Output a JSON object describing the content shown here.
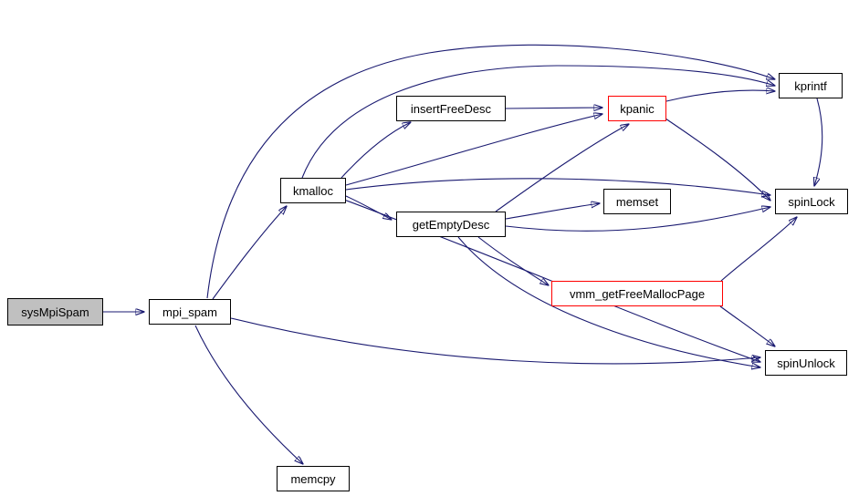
{
  "diagram": {
    "type": "call-graph",
    "background_color": "#ffffff",
    "edge_color": "#191970",
    "node_border_color": "#000000",
    "truncated_border_color": "#ff0000",
    "current_node_fill": "#c0c0c0",
    "nodes": [
      {
        "id": "sysMpiSpam",
        "label": "sysMpiSpam",
        "role": "current"
      },
      {
        "id": "mpi_spam",
        "label": "mpi_spam",
        "role": "normal"
      },
      {
        "id": "kmalloc",
        "label": "kmalloc",
        "role": "normal"
      },
      {
        "id": "insertFreeDesc",
        "label": "insertFreeDesc",
        "role": "normal"
      },
      {
        "id": "kpanic",
        "label": "kpanic",
        "role": "truncated"
      },
      {
        "id": "kprintf",
        "label": "kprintf",
        "role": "normal"
      },
      {
        "id": "getEmptyDesc",
        "label": "getEmptyDesc",
        "role": "normal"
      },
      {
        "id": "memset",
        "label": "memset",
        "role": "normal"
      },
      {
        "id": "spinLock",
        "label": "spinLock",
        "role": "normal"
      },
      {
        "id": "vmm_getFreeMallocPage",
        "label": "vmm_getFreeMallocPage",
        "role": "truncated"
      },
      {
        "id": "spinUnlock",
        "label": "spinUnlock",
        "role": "normal"
      },
      {
        "id": "memcpy",
        "label": "memcpy",
        "role": "normal"
      }
    ],
    "edges": [
      {
        "from": "sysMpiSpam",
        "to": "mpi_spam"
      },
      {
        "from": "mpi_spam",
        "to": "kmalloc"
      },
      {
        "from": "mpi_spam",
        "to": "kprintf"
      },
      {
        "from": "mpi_spam",
        "to": "spinUnlock"
      },
      {
        "from": "mpi_spam",
        "to": "memcpy"
      },
      {
        "from": "kmalloc",
        "to": "insertFreeDesc"
      },
      {
        "from": "kmalloc",
        "to": "kpanic"
      },
      {
        "from": "kmalloc",
        "to": "getEmptyDesc"
      },
      {
        "from": "kmalloc",
        "to": "kprintf"
      },
      {
        "from": "kmalloc",
        "to": "spinLock"
      },
      {
        "from": "kmalloc",
        "to": "spinUnlock"
      },
      {
        "from": "insertFreeDesc",
        "to": "kpanic"
      },
      {
        "from": "kpanic",
        "to": "kprintf"
      },
      {
        "from": "kpanic",
        "to": "spinLock"
      },
      {
        "from": "getEmptyDesc",
        "to": "memset"
      },
      {
        "from": "getEmptyDesc",
        "to": "kpanic"
      },
      {
        "from": "getEmptyDesc",
        "to": "spinLock"
      },
      {
        "from": "getEmptyDesc",
        "to": "vmm_getFreeMallocPage"
      },
      {
        "from": "getEmptyDesc",
        "to": "spinUnlock"
      },
      {
        "from": "vmm_getFreeMallocPage",
        "to": "spinLock"
      },
      {
        "from": "vmm_getFreeMallocPage",
        "to": "spinUnlock"
      },
      {
        "from": "kprintf",
        "to": "spinLock"
      }
    ]
  }
}
